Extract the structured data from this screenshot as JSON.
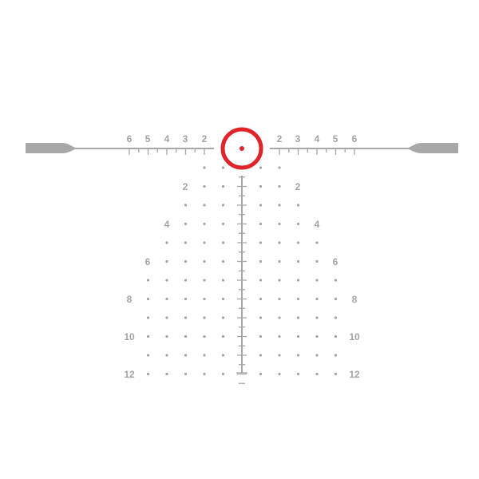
{
  "colors": {
    "background": "#ffffff",
    "reticle_gray": "#a8a8a8",
    "ring_red": "#e0242a"
  },
  "horizontal_scale": {
    "left_labels": [
      "6",
      "5",
      "4",
      "3",
      "2"
    ],
    "right_labels": [
      "2",
      "3",
      "4",
      "5",
      "6"
    ]
  },
  "vertical_scale": {
    "rows": [
      {
        "left": "",
        "right": "",
        "dots": [
          -2,
          -1,
          1,
          2
        ]
      },
      {
        "left": "2",
        "right": "2",
        "dots": [
          -2,
          -1,
          1,
          2
        ]
      },
      {
        "left": "",
        "right": "",
        "dots": [
          -3,
          -2,
          -1,
          1,
          2,
          3
        ]
      },
      {
        "left": "4",
        "right": "4",
        "dots": [
          -3,
          -2,
          -1,
          1,
          2,
          3
        ]
      },
      {
        "left": "",
        "right": "",
        "dots": [
          -4,
          -3,
          -2,
          -1,
          1,
          2,
          3,
          4
        ]
      },
      {
        "left": "6",
        "right": "6",
        "dots": [
          -4,
          -3,
          -2,
          -1,
          1,
          2,
          3,
          4
        ]
      },
      {
        "left": "",
        "right": "",
        "dots": [
          -5,
          -4,
          -3,
          -2,
          -1,
          1,
          2,
          3,
          4,
          5
        ]
      },
      {
        "left": "8",
        "right": "8",
        "dots": [
          -5,
          -4,
          -3,
          -2,
          -1,
          1,
          2,
          3,
          4,
          5
        ]
      },
      {
        "left": "",
        "right": "",
        "dots": [
          -5,
          -4,
          -3,
          -2,
          -1,
          1,
          2,
          3,
          4,
          5
        ]
      },
      {
        "left": "10",
        "right": "10",
        "dots": [
          -5,
          -4,
          -3,
          -2,
          -1,
          1,
          2,
          3,
          4,
          5
        ]
      },
      {
        "left": "",
        "right": "",
        "dots": [
          -5,
          -4,
          -3,
          -2,
          -1,
          1,
          2,
          3,
          4,
          5
        ]
      },
      {
        "left": "12",
        "right": "12",
        "dots": [
          -5,
          -4,
          -3,
          -2,
          -1,
          1,
          2,
          3,
          4,
          5
        ]
      }
    ]
  },
  "icons": {
    "center": "red-dot-icon",
    "ring": "aiming-circle-icon"
  }
}
